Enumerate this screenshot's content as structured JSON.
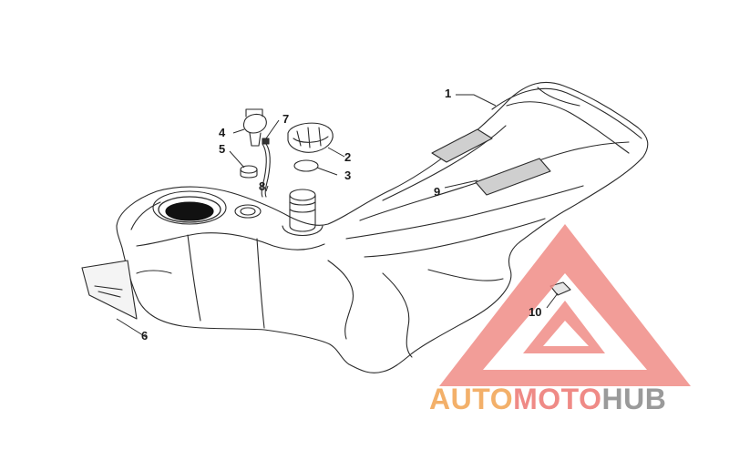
{
  "diagram": {
    "callouts": [
      {
        "id": "1",
        "label": "1"
      },
      {
        "id": "2",
        "label": "2"
      },
      {
        "id": "3",
        "label": "3"
      },
      {
        "id": "4",
        "label": "4"
      },
      {
        "id": "5",
        "label": "5"
      },
      {
        "id": "6",
        "label": "6"
      },
      {
        "id": "7",
        "label": "7"
      },
      {
        "id": "8",
        "label": "8"
      },
      {
        "id": "9",
        "label": "9"
      },
      {
        "id": "10",
        "label": "10"
      }
    ]
  },
  "watermark": {
    "part1": "AUTO",
    "part2": "MOTO",
    "part3": "HUB",
    "colors": {
      "auto": "#f3b06a",
      "moto": "#ef8a86",
      "hub": "#9a9a9a",
      "triangle": "#f08c86"
    }
  }
}
